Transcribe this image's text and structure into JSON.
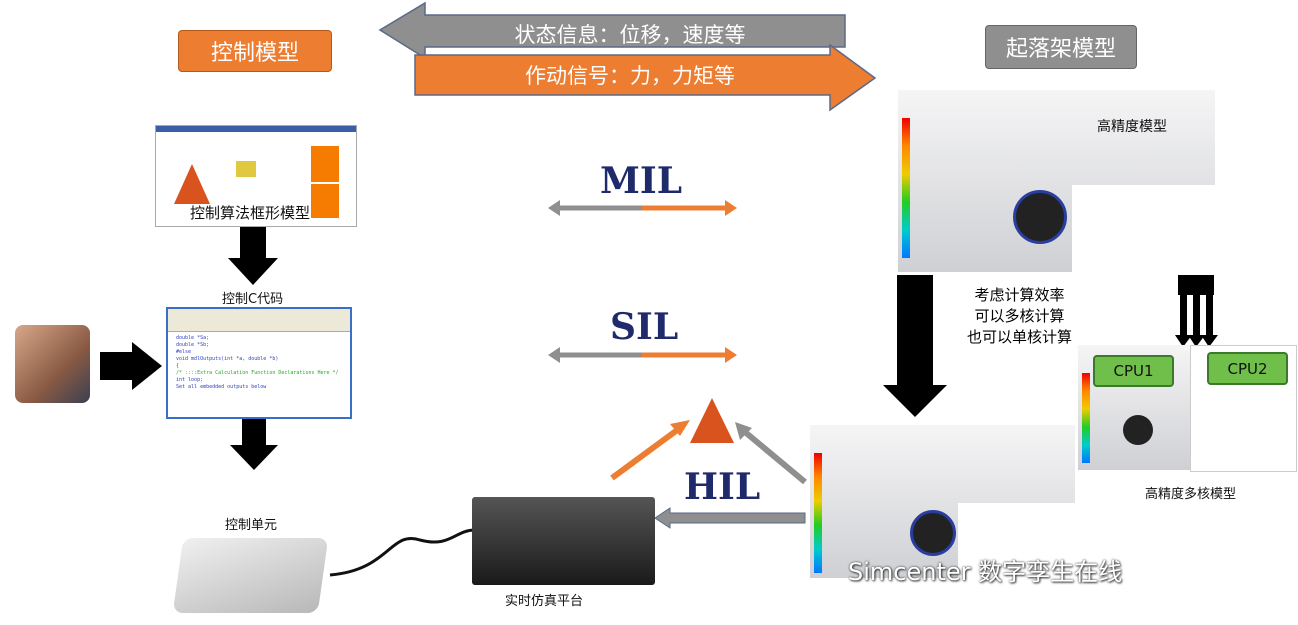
{
  "left_title": "控制模型",
  "right_title": "起落架模型",
  "feedback_arrow": "状态信息：位移，速度等",
  "command_arrow": "作动信号：力，力矩等",
  "simulink_caption": "控制算法框形模型",
  "c_code_label": "控制C代码",
  "control_unit_label": "控制单元",
  "realtime_label": "实时仿真平台",
  "mil": "MIL",
  "sil": "SIL",
  "hil": "HIL",
  "high_precision_label": "高精度模型",
  "compute_note": [
    "考虑计算效率",
    "可以多核计算",
    "也可以单核计算"
  ],
  "cpu1": "CPU1",
  "cpu2": "CPU2",
  "multicore_label": "高精度多核模型",
  "watermark": "Simcenter 数字孪生在线",
  "colors": {
    "orange": "#ed7d31",
    "gray": "#8c8c8c",
    "navy": "#1f2a6b",
    "green": "#6fbf4a"
  }
}
